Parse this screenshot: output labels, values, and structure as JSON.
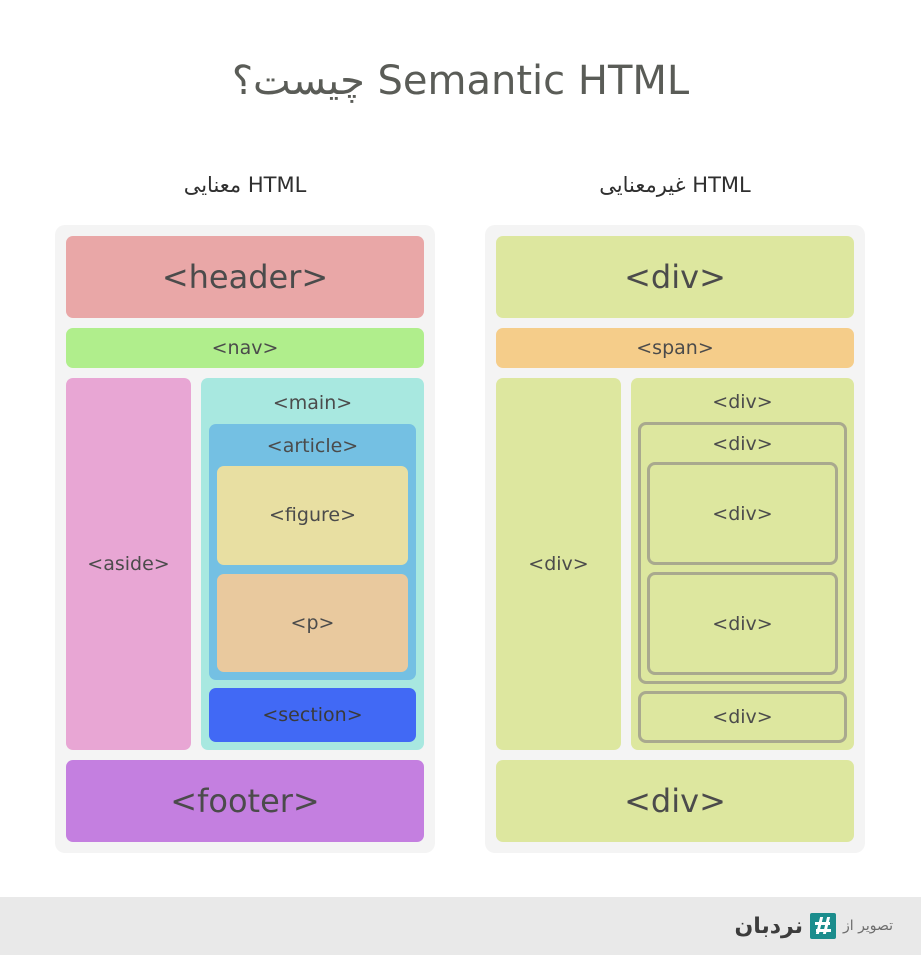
{
  "title": "Semantic HTML چیست؟",
  "columns": {
    "semantic_header": "HTML معنایی",
    "nonsemantic_header": "HTML غیرمعنایی"
  },
  "semantic_panel": {
    "header": "<header>",
    "nav": "<nav>",
    "aside": "<aside>",
    "main": "<main>",
    "article": "<article>",
    "figure": "<figure>",
    "paragraph": "<p>",
    "section": "<section>",
    "footer": "<footer>"
  },
  "nonsemantic_panel": {
    "top_div": "<div>",
    "span": "<span>",
    "left_div": "<div>",
    "right_div": "<div>",
    "nested_div": "<div>",
    "nested_child_1": "<div>",
    "nested_child_2": "<div>",
    "lower_div": "<div>",
    "bottom_div": "<div>"
  },
  "footer": {
    "credit_text": "تصویر از",
    "brand_name": "نردبان",
    "logo_icon": "nardebaan-logo-icon"
  },
  "colors": {
    "page_background": "#ffffff",
    "panel_background": "#f4f4f4",
    "header_block": "#e9a7a7",
    "nav_block": "#b0ee8c",
    "aside_block": "#e8a6d4",
    "main_block": "#a8e8e0",
    "article_block": "#74c0e3",
    "figure_block": "#e8dfa2",
    "paragraph_block": "#e9c99e",
    "section_block": "#4169f5",
    "footer_block": "#c47fe0",
    "div_block": "#dde79f",
    "span_block": "#f5cd8a",
    "nested_border": "#a9a98e",
    "title_text": "#5a5c57",
    "tag_text": "#4b4b4b",
    "footer_band": "#e9e9e9",
    "brand_teal": "#1b8d8d"
  }
}
